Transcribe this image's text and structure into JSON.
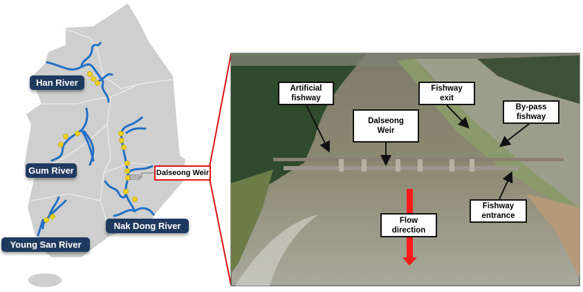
{
  "map": {
    "rivers": [
      {
        "label": "Han River"
      },
      {
        "label": "Gum River"
      },
      {
        "label": "Young San River"
      },
      {
        "label": "Nak Dong River"
      }
    ],
    "highlight_label": "Dalseong Weir"
  },
  "photo": {
    "annotations": {
      "artificial_fishway": [
        "Artificial",
        "fishway"
      ],
      "fishway_exit": [
        "Fishway",
        "exit"
      ],
      "dalseong_weir": [
        "Dalseong",
        "Weir"
      ],
      "bypass_fishway": [
        "By-pass",
        "fishway"
      ],
      "fishway_entrance": [
        "Fishway",
        "entrance"
      ],
      "flow_direction": [
        "Flow",
        "direction"
      ]
    }
  },
  "colors": {
    "river": "#1f6fc4",
    "label_bg": "#1f3a5f",
    "highlight": "#e01010",
    "weir_dot": "#f2d21b",
    "land": "#cfcfcf"
  }
}
